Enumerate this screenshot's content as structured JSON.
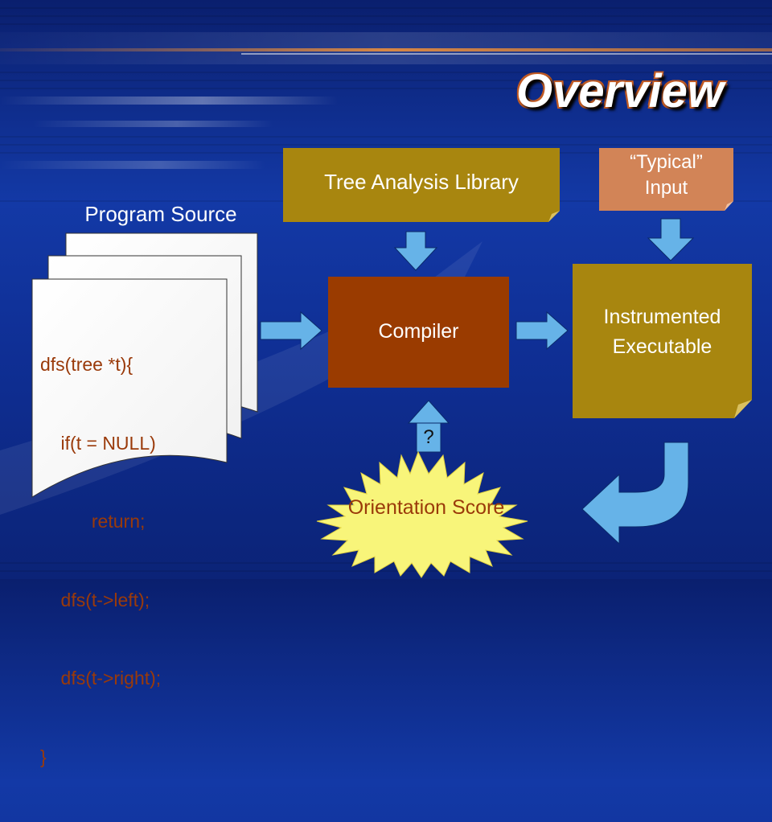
{
  "slide": {
    "title": "Overview"
  },
  "diagram": {
    "program_source": {
      "label": "Program Source",
      "code_lines": [
        "dfs(tree *t){",
        "    if(t = NULL)",
        "          return;",
        "    dfs(t->left);",
        "    dfs(t->right);",
        "}"
      ]
    },
    "tree_analysis_library": "Tree Analysis Library",
    "typical_input": {
      "line1": "“Typical”",
      "line2": "Input"
    },
    "compiler": "Compiler",
    "instrumented_executable": {
      "line1": "Instrumented",
      "line2": "Executable"
    },
    "question_mark": "?",
    "orientation_score": "Orientation Score"
  },
  "colors": {
    "library_box": "#a8860f",
    "typical_input_box": "#d28457",
    "compiler_box": "#9a3b00",
    "executable_box": "#a8860f",
    "arrow": "#66b3e8",
    "starburst": "#f8f57a",
    "code_text": "#9a3a0a"
  }
}
